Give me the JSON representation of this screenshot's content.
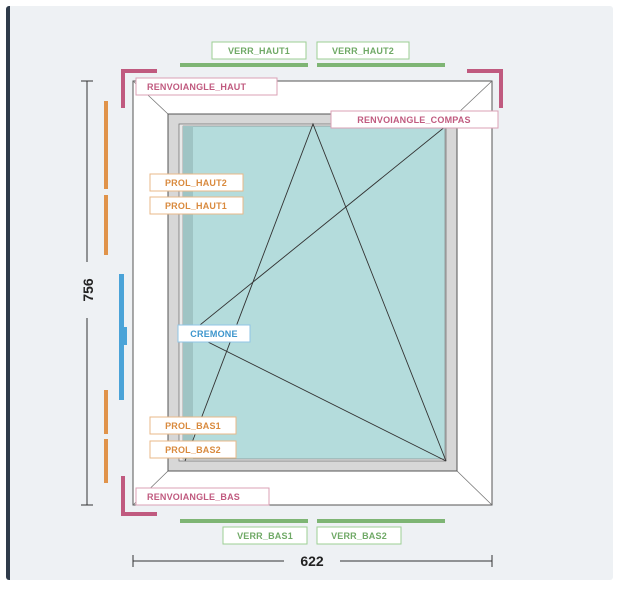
{
  "dimensions": {
    "height": "756",
    "width": "622"
  },
  "colors": {
    "verre": "#b4dcdc",
    "renvoi": "#c05a7f",
    "prol": "#e0934a",
    "verr": "#7eb574",
    "cremone": "#4aa3d8"
  },
  "labels": {
    "verr_haut1": "VERR_HAUT1",
    "verr_haut2": "VERR_HAUT2",
    "renvoiangle_haut": "RENVOIANGLE_HAUT",
    "renvoiangle_compas": "RENVOIANGLE_COMPAS",
    "prol_haut2": "PROL_HAUT2",
    "prol_haut1": "PROL_HAUT1",
    "cremone": "CREMONE",
    "prol_bas1": "PROL_BAS1",
    "prol_bas2": "PROL_BAS2",
    "renvoiangle_bas": "RENVOIANGLE_BAS",
    "verr_bas1": "VERR_BAS1",
    "verr_bas2": "VERR_BAS2"
  }
}
